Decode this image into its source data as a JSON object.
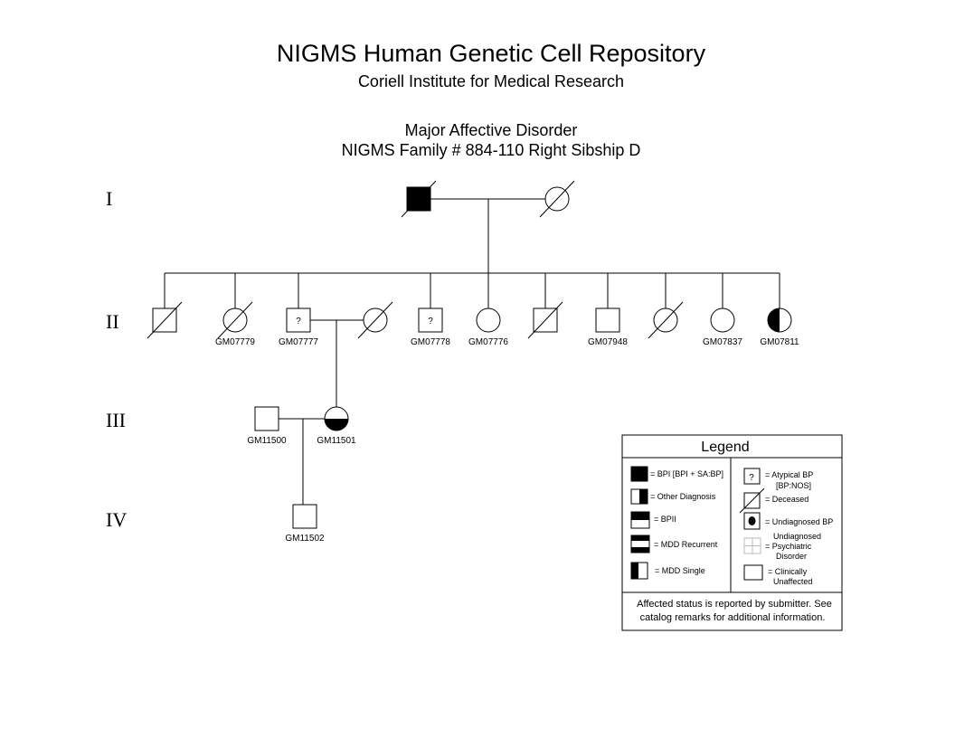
{
  "header": {
    "title": "NIGMS Human Genetic Cell Repository",
    "subtitle": "Coriell Institute for Medical Research",
    "disorder": "Major Affective Disorder",
    "family": "NIGMS Family # 884-110 Right Sibship D"
  },
  "generations": [
    "I",
    "II",
    "III",
    "IV"
  ],
  "individuals": {
    "gen2": [
      "GM07779",
      "GM07777",
      "GM07778",
      "GM07776",
      "GM07948",
      "GM07837",
      "GM07811"
    ],
    "gen3": [
      "GM11500",
      "GM11501"
    ],
    "gen4": [
      "GM11502"
    ]
  },
  "question_mark": "?",
  "legend": {
    "title": "Legend",
    "left": [
      "= BPI [BPI + SA:BP]",
      "= Other Diagnosis",
      "= BPII",
      "= MDD Recurrent",
      "= MDD Single"
    ],
    "right": {
      "atypical": [
        "=  Atypical BP",
        "[BP:NOS]"
      ],
      "deceased": "= Deceased",
      "undiagnosed_bp": "= Undiagnosed BP",
      "undiagnosed_psych": [
        "Undiagnosed",
        "= Psychiatric",
        "Disorder"
      ],
      "unaffected": [
        "= Clinically",
        "Unaffected"
      ]
    },
    "footer": [
      "Affected status is reported by submitter. See",
      "catalog remarks for additional information."
    ]
  }
}
